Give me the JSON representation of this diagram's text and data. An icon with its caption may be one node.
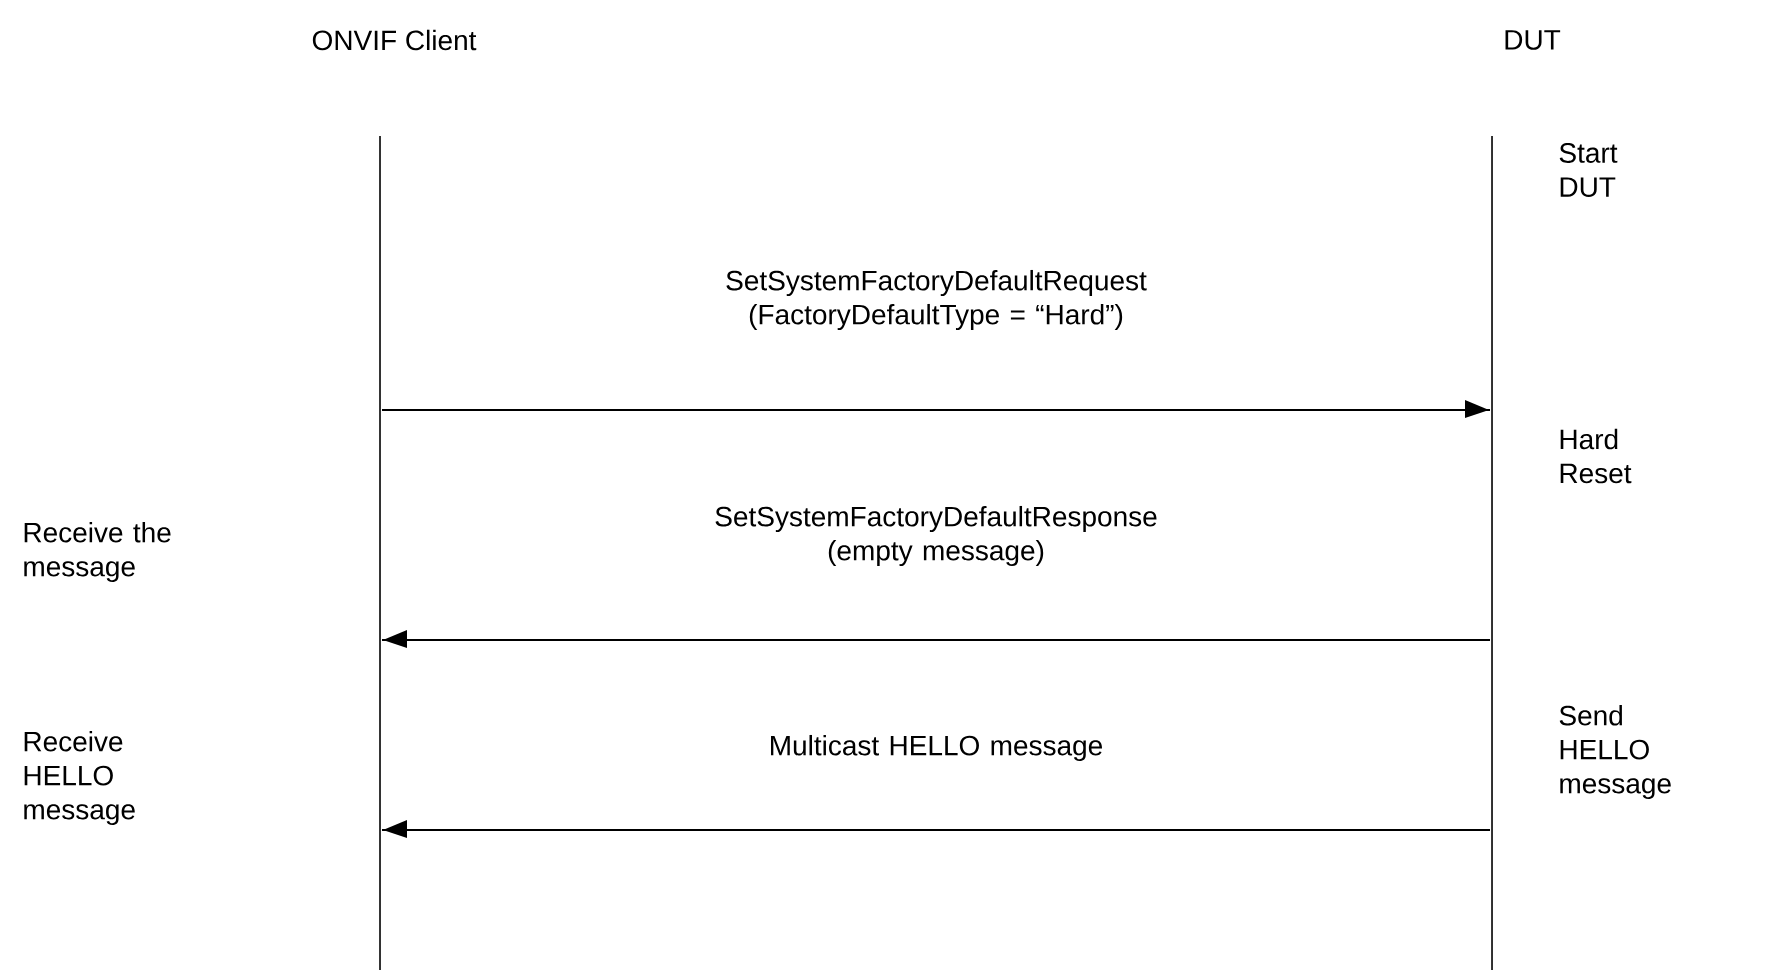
{
  "diagram": {
    "nodes": [
      {
        "text": [
          "ONVIF Client"
        ]
      },
      {
        "text": [
          "DUT"
        ]
      }
    ],
    "edges": [
      {
        "from": 0,
        "to": 1,
        "arrow": "to",
        "label": "SetSystemFactoryDefaultRequest (FactoryDefaultType = “Hard”)"
      },
      {
        "from": 1,
        "to": 0,
        "arrow": "to",
        "label": "SetSystemFactoryDefaultResponse (empty message)"
      },
      {
        "from": 1,
        "to": 0,
        "arrow": "to",
        "label": "Multicast HELLO message"
      }
    ],
    "labels": [
      "Start DUT",
      "Hard Reset",
      "Receive the message",
      "Receive HELLO message",
      "Send HELLO message"
    ]
  }
}
